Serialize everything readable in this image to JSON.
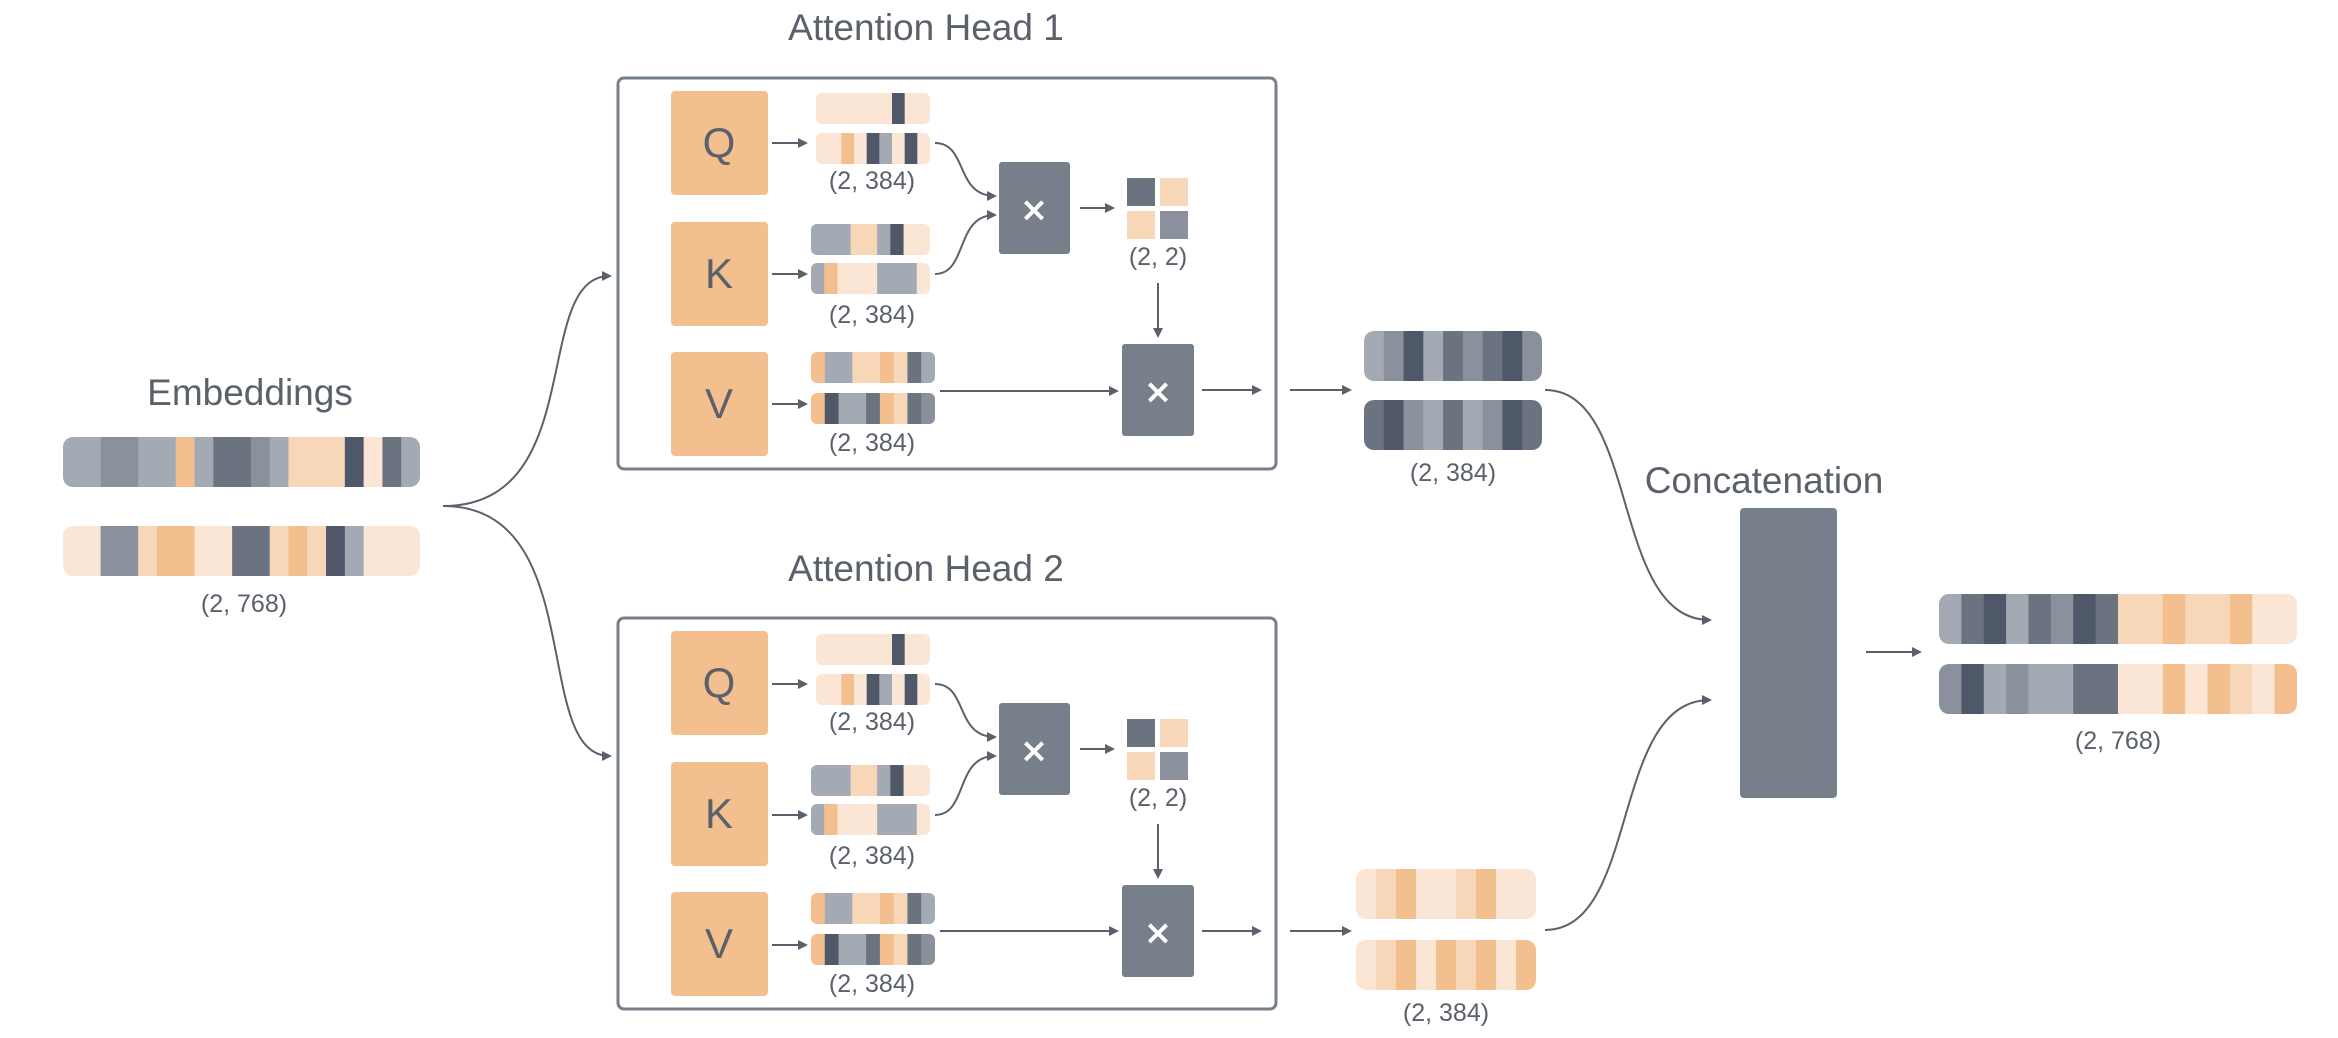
{
  "colors": {
    "orange": "#f3bf8f",
    "gray_dark": "#4f5868",
    "gray_op": "#767f8a",
    "line": "#5b616a",
    "palette": [
      "#ffffff",
      "#fbe6d5",
      "#f8d6b8",
      "#f3bf8f",
      "#a4aab3",
      "#8a919c",
      "#6b7380",
      "#4f5868"
    ]
  },
  "embeddings": {
    "title": "Embeddings",
    "shape": "(2, 768)",
    "rows": [
      [
        4,
        4,
        5,
        5,
        4,
        4,
        3,
        4,
        6,
        6,
        5,
        4,
        2,
        2,
        2,
        7,
        1,
        6,
        4
      ],
      [
        1,
        1,
        5,
        5,
        2,
        3,
        3,
        1,
        1,
        6,
        6,
        2,
        3,
        2,
        7,
        4,
        1,
        1,
        1
      ]
    ]
  },
  "heads": [
    {
      "title": "Attention Head 1",
      "q_label": "Q",
      "k_label": "K",
      "v_label": "V",
      "q_shape": "(2, 384)",
      "k_shape": "(2, 384)",
      "v_shape": "(2, 384)",
      "score_shape": "(2, 2)",
      "q_rows": [
        [
          1,
          1,
          1,
          1,
          1,
          1,
          7,
          1,
          1
        ],
        [
          1,
          1,
          3,
          1,
          7,
          4,
          1,
          7,
          1
        ]
      ],
      "k_rows": [
        [
          4,
          4,
          4,
          2,
          2,
          4,
          7,
          1,
          1
        ],
        [
          4,
          3,
          1,
          1,
          1,
          4,
          4,
          4,
          1
        ]
      ],
      "v_rows": [
        [
          3,
          4,
          4,
          2,
          2,
          3,
          2,
          6,
          4
        ],
        [
          3,
          7,
          4,
          4,
          6,
          3,
          2,
          6,
          5
        ]
      ],
      "score": [
        [
          6,
          2
        ],
        [
          2,
          5
        ]
      ]
    },
    {
      "title": "Attention Head 2",
      "q_label": "Q",
      "k_label": "K",
      "v_label": "V",
      "q_shape": "(2, 384)",
      "k_shape": "(2, 384)",
      "v_shape": "(2, 384)",
      "score_shape": "(2, 2)",
      "q_rows": [
        [
          1,
          1,
          1,
          1,
          1,
          1,
          7,
          1,
          1
        ],
        [
          1,
          1,
          3,
          1,
          7,
          4,
          1,
          7,
          1
        ]
      ],
      "k_rows": [
        [
          4,
          4,
          4,
          2,
          2,
          4,
          7,
          1,
          1
        ],
        [
          4,
          3,
          1,
          1,
          1,
          4,
          4,
          4,
          1
        ]
      ],
      "v_rows": [
        [
          3,
          4,
          4,
          2,
          2,
          3,
          2,
          6,
          4
        ],
        [
          3,
          7,
          4,
          4,
          6,
          3,
          2,
          6,
          5
        ]
      ],
      "score": [
        [
          6,
          2
        ],
        [
          2,
          5
        ]
      ]
    }
  ],
  "op_symbol": "×",
  "head_outputs": [
    {
      "shape": "(2, 384)",
      "rows": [
        [
          4,
          5,
          7,
          4,
          6,
          5,
          6,
          7,
          5
        ],
        [
          6,
          7,
          5,
          4,
          6,
          4,
          5,
          7,
          6
        ]
      ]
    },
    {
      "shape": "(2, 384)",
      "rows": [
        [
          1,
          2,
          3,
          1,
          1,
          2,
          3,
          1,
          1
        ],
        [
          1,
          2,
          3,
          1,
          3,
          2,
          3,
          1,
          3
        ]
      ]
    }
  ],
  "concatenation": {
    "title": "Concatenation"
  },
  "output": {
    "shape": "(2, 768)",
    "rows": [
      [
        4,
        6,
        7,
        4,
        6,
        5,
        7,
        6,
        2,
        2,
        3,
        2,
        2,
        3,
        1,
        1
      ],
      [
        5,
        7,
        4,
        5,
        4,
        4,
        6,
        6,
        1,
        1,
        3,
        1,
        3,
        2,
        1,
        3
      ]
    ]
  }
}
